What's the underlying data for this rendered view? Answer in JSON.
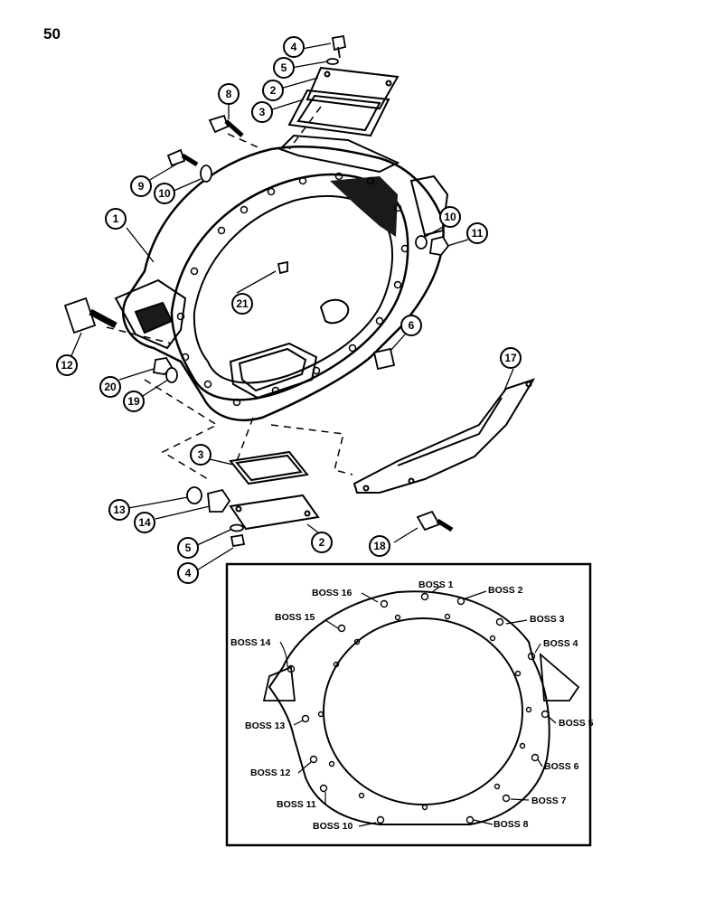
{
  "page": {
    "number": "50"
  },
  "callouts": [
    "4",
    "5",
    "2",
    "3",
    "8",
    "9",
    "10",
    "1",
    "10",
    "11",
    "21",
    "6",
    "12",
    "20",
    "19",
    "17",
    "3",
    "13",
    "14",
    "5",
    "2",
    "4",
    "18"
  ],
  "boss_labels": [
    "BOSS 1",
    "BOSS 2",
    "BOSS 3",
    "BOSS 4",
    "BOSS 5",
    "BOSS 6",
    "BOSS 7",
    "BOSS 8",
    "BOSS 10",
    "BOSS 11",
    "BOSS 12",
    "BOSS 13",
    "BOSS 14",
    "BOSS 15",
    "BOSS 16"
  ],
  "colors": {
    "ink": "#000000",
    "paper": "#ffffff",
    "shade": "#1a1a1a"
  }
}
